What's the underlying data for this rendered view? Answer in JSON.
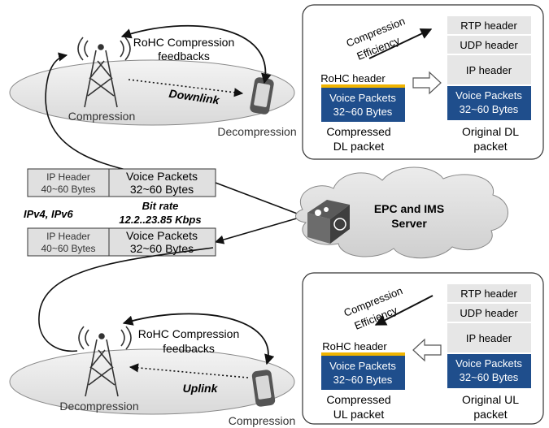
{
  "downlink": {
    "feedback_line1": "RoHC Compression",
    "feedback_line2": "feedbacks",
    "tower_label": "Compression",
    "direction": "Downlink",
    "phone_label": "Decompression"
  },
  "uplink": {
    "feedback_line1": "RoHC Compression",
    "feedback_line2": "feedbacks",
    "tower_label": "Decompression",
    "direction": "Uplink",
    "phone_label": "Compression"
  },
  "dl_packet_box": {
    "efficiency_line1": "Compression",
    "efficiency_line2": "Efficiency",
    "rohc_header": "RoHC header",
    "voice_line1": "Voice Packets",
    "voice_line2": "32~60 Bytes",
    "compressed_line1": "Compressed",
    "compressed_line2": "DL packet",
    "rtp_header": "RTP header",
    "udp_header": "UDP header",
    "ip_header": "IP header",
    "orig_voice_line1": "Voice Packets",
    "orig_voice_line2": "32~60 Bytes",
    "original_line1": "Original DL",
    "original_line2": "packet"
  },
  "ul_packet_box": {
    "efficiency_line1": "Compression",
    "efficiency_line2": "Efficiency",
    "rohc_header": "RoHC header",
    "voice_line1": "Voice Packets",
    "voice_line2": "32~60 Bytes",
    "compressed_line1": "Compressed",
    "compressed_line2": "UL packet",
    "rtp_header": "RTP header",
    "udp_header": "UDP header",
    "ip_header": "IP header",
    "orig_voice_line1": "Voice Packets",
    "orig_voice_line2": "32~60 Bytes",
    "original_line1": "Original UL",
    "original_line2": "packet"
  },
  "middle": {
    "packet1_ip_line1": "IP Header",
    "packet1_ip_line2": "40~60 Bytes",
    "packet1_voice_line1": "Voice Packets",
    "packet1_voice_line2": "32~60 Bytes",
    "ip_versions": "IPv4, IPv6",
    "bitrate_line1": "Bit rate",
    "bitrate_line2": "12.2..23.85 Kbps",
    "packet2_ip_line1": "IP Header",
    "packet2_ip_line2": "40~60 Bytes",
    "packet2_voice_line1": "Voice Packets",
    "packet2_voice_line2": "32~60 Bytes",
    "cloud_line1": "EPC and IMS",
    "cloud_line2": "Server"
  },
  "colors": {
    "voice_blue": "#1f4e8c",
    "rohc_yellow": "#f0b400",
    "header_gray": "#e6e6e6",
    "ellipse_gray": "#e8e8e8",
    "cloud_gray": "#dcdcdc"
  }
}
